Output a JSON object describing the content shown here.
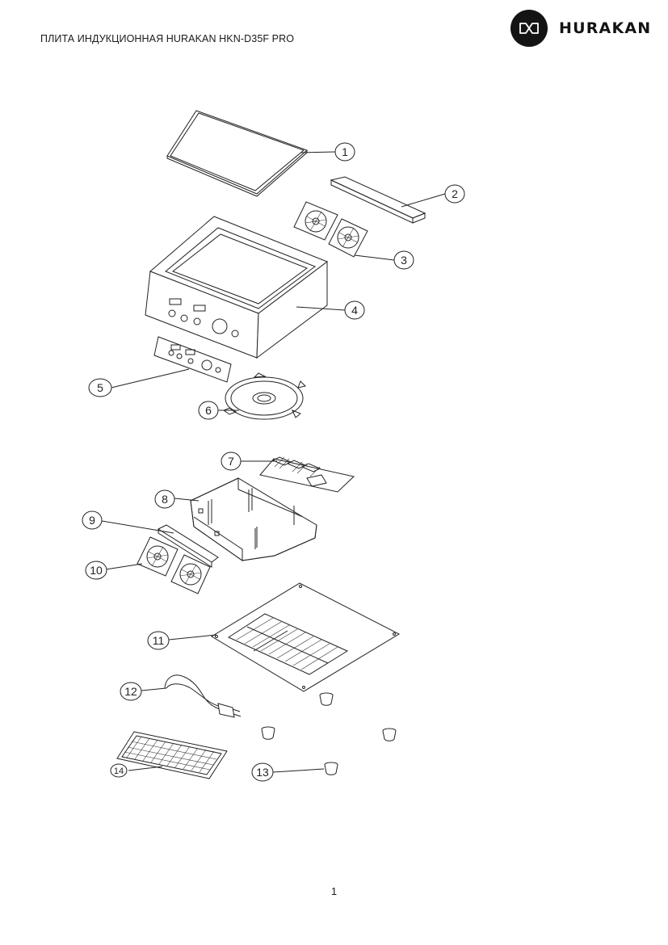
{
  "header": {
    "title": "ПЛИТА ИНДУКЦИОННАЯ HURAKAN HKN-D35F PRO",
    "brand": "HURAKAN"
  },
  "callouts": [
    "1",
    "2",
    "3",
    "4",
    "5",
    "6",
    "7",
    "8",
    "9",
    "10",
    "11",
    "12",
    "13",
    "14"
  ],
  "footer": {
    "page_number": "1"
  }
}
